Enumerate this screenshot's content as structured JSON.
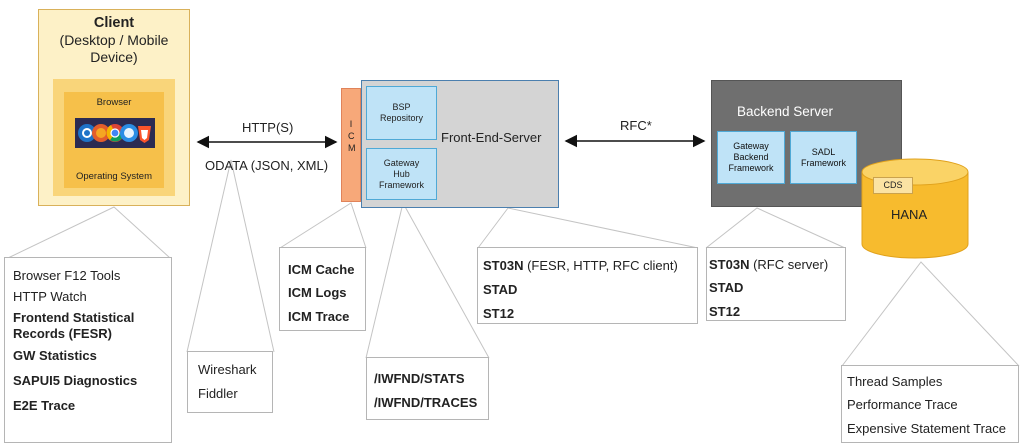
{
  "client": {
    "title": "Client",
    "subtitle_1": "(Desktop / Mobile",
    "subtitle_2": "Device)",
    "browser_label": "Browser",
    "os_label": "Operating System"
  },
  "protocols": {
    "http": "HTTP(S)",
    "odata": "ODATA (JSON, XML)",
    "rfc": "RFC*"
  },
  "icm": {
    "label": "I C M"
  },
  "front_end": {
    "label": "Front-End-Server",
    "bsp_1": "BSP",
    "bsp_2": "Repository",
    "gw_1": "Gateway",
    "gw_2": "Hub",
    "gw_3": "Framework"
  },
  "backend": {
    "label": "Backend Server",
    "gw_1": "Gateway",
    "gw_2": "Backend",
    "gw_3": "Framework",
    "sadl_1": "SADL",
    "sadl_2": "Framework"
  },
  "database": {
    "cds": "CDS",
    "hana": "HANA"
  },
  "tools": {
    "client": [
      {
        "text": "Browser F12 Tools",
        "bold": false
      },
      {
        "text": "HTTP Watch",
        "bold": false
      },
      {
        "text": "Frontend Statistical",
        "bold": true
      },
      {
        "text": "Records (FESR)",
        "bold": true
      },
      {
        "text": "GW Statistics",
        "bold": true
      },
      {
        "text": "SAPUI5 Diagnostics",
        "bold": true
      },
      {
        "text": "E2E Trace",
        "bold": true
      }
    ],
    "network": [
      "Wireshark",
      "Fiddler"
    ],
    "icm": [
      "ICM Cache",
      "ICM Logs",
      "ICM Trace"
    ],
    "gateway": [
      "/IWFND/STATS",
      "/IWFND/TRACES"
    ],
    "front_end": {
      "st03n": "ST03N",
      "st03n_detail": " (FESR, HTTP, RFC client)",
      "stad": "STAD",
      "st12": "ST12"
    },
    "backend": {
      "st03n": "ST03N",
      "st03n_detail": " (RFC server)",
      "stad": "STAD",
      "st12": "ST12"
    },
    "hana": [
      "Thread Samples",
      "Performance Trace",
      "Expensive Statement Trace"
    ]
  },
  "colors": {
    "client_bg": "#fdf1c7",
    "browser_bg": "#f6c04a",
    "icm_bg": "#f7a879",
    "server_bg": "#d4d4d4",
    "component_bg": "#bfe3f7",
    "backend_bg": "#6f6f6f",
    "hana_bg": "#f7bb2e"
  }
}
